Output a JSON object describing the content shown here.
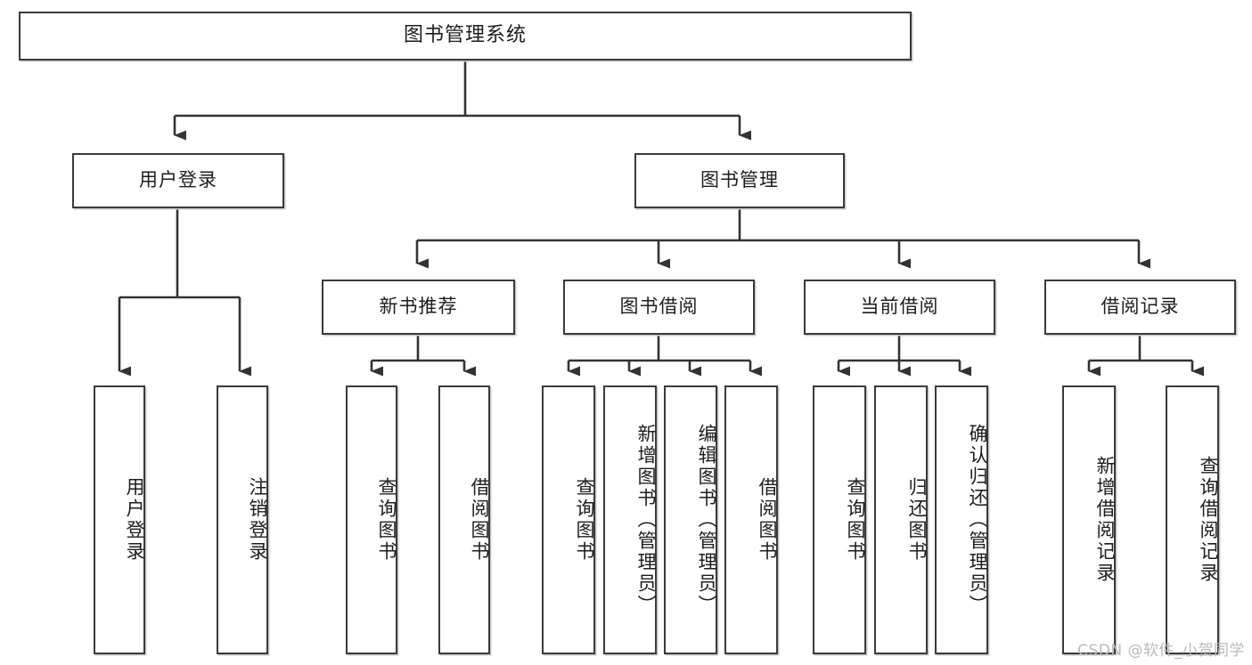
{
  "diagram": {
    "title": "图书管理系统",
    "type": "tree-hierarchy-chart",
    "colors": {
      "box_border": "#3a3a3a",
      "box_fill": "#ffffff",
      "connector": "#333333",
      "watermark": "#b9b9b9",
      "background": "#ffffff"
    },
    "nodes": {
      "root": {
        "label": "图书管理系统"
      },
      "level2": [
        {
          "label": "用户登录"
        },
        {
          "label": "图书管理"
        }
      ],
      "level3": [
        {
          "label": "新书推荐"
        },
        {
          "label": "图书借阅"
        },
        {
          "label": "当前借阅"
        },
        {
          "label": "借阅记录"
        }
      ],
      "leaves_user_login": [
        {
          "label": "用户登录"
        },
        {
          "label": "注销登录"
        }
      ],
      "leaves_new_book": [
        {
          "label": "查询图书"
        },
        {
          "label": "借阅图书"
        }
      ],
      "leaves_borrow": [
        {
          "label": "查询图书"
        },
        {
          "label": "新增图书（管理员）"
        },
        {
          "label": "编辑图书（管理员）"
        },
        {
          "label": "借阅图书"
        }
      ],
      "leaves_current": [
        {
          "label": "查询图书"
        },
        {
          "label": "归还图书"
        },
        {
          "label": "确认归还（管理员）"
        }
      ],
      "leaves_record": [
        {
          "label": "新增借阅记录"
        },
        {
          "label": "查询借阅记录"
        }
      ]
    },
    "watermark": "CSDN @软件_小贺同学"
  }
}
